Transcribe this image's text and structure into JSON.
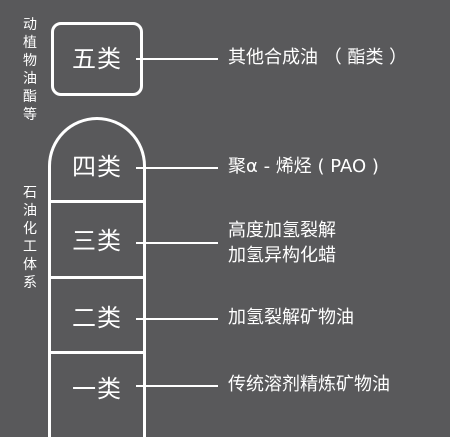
{
  "side_labels": {
    "top": "动植物油酯等",
    "bottom": "石油化工体系"
  },
  "classes": [
    {
      "name": "五类",
      "description": [
        "其他合成油 （ 酯类 ）"
      ]
    },
    {
      "name": "四类",
      "description": [
        "聚α - 烯烃 ( PAO )"
      ]
    },
    {
      "name": "三类",
      "description": [
        "高度加氢裂解",
        "加氢异构化蜡"
      ]
    },
    {
      "name": "二类",
      "description": [
        "加氢裂解矿物油"
      ]
    },
    {
      "name": "一类",
      "description": [
        "传统溶剂精炼矿物油"
      ]
    }
  ],
  "colors": {
    "background": "#59595b",
    "foreground": "#ffffff"
  }
}
